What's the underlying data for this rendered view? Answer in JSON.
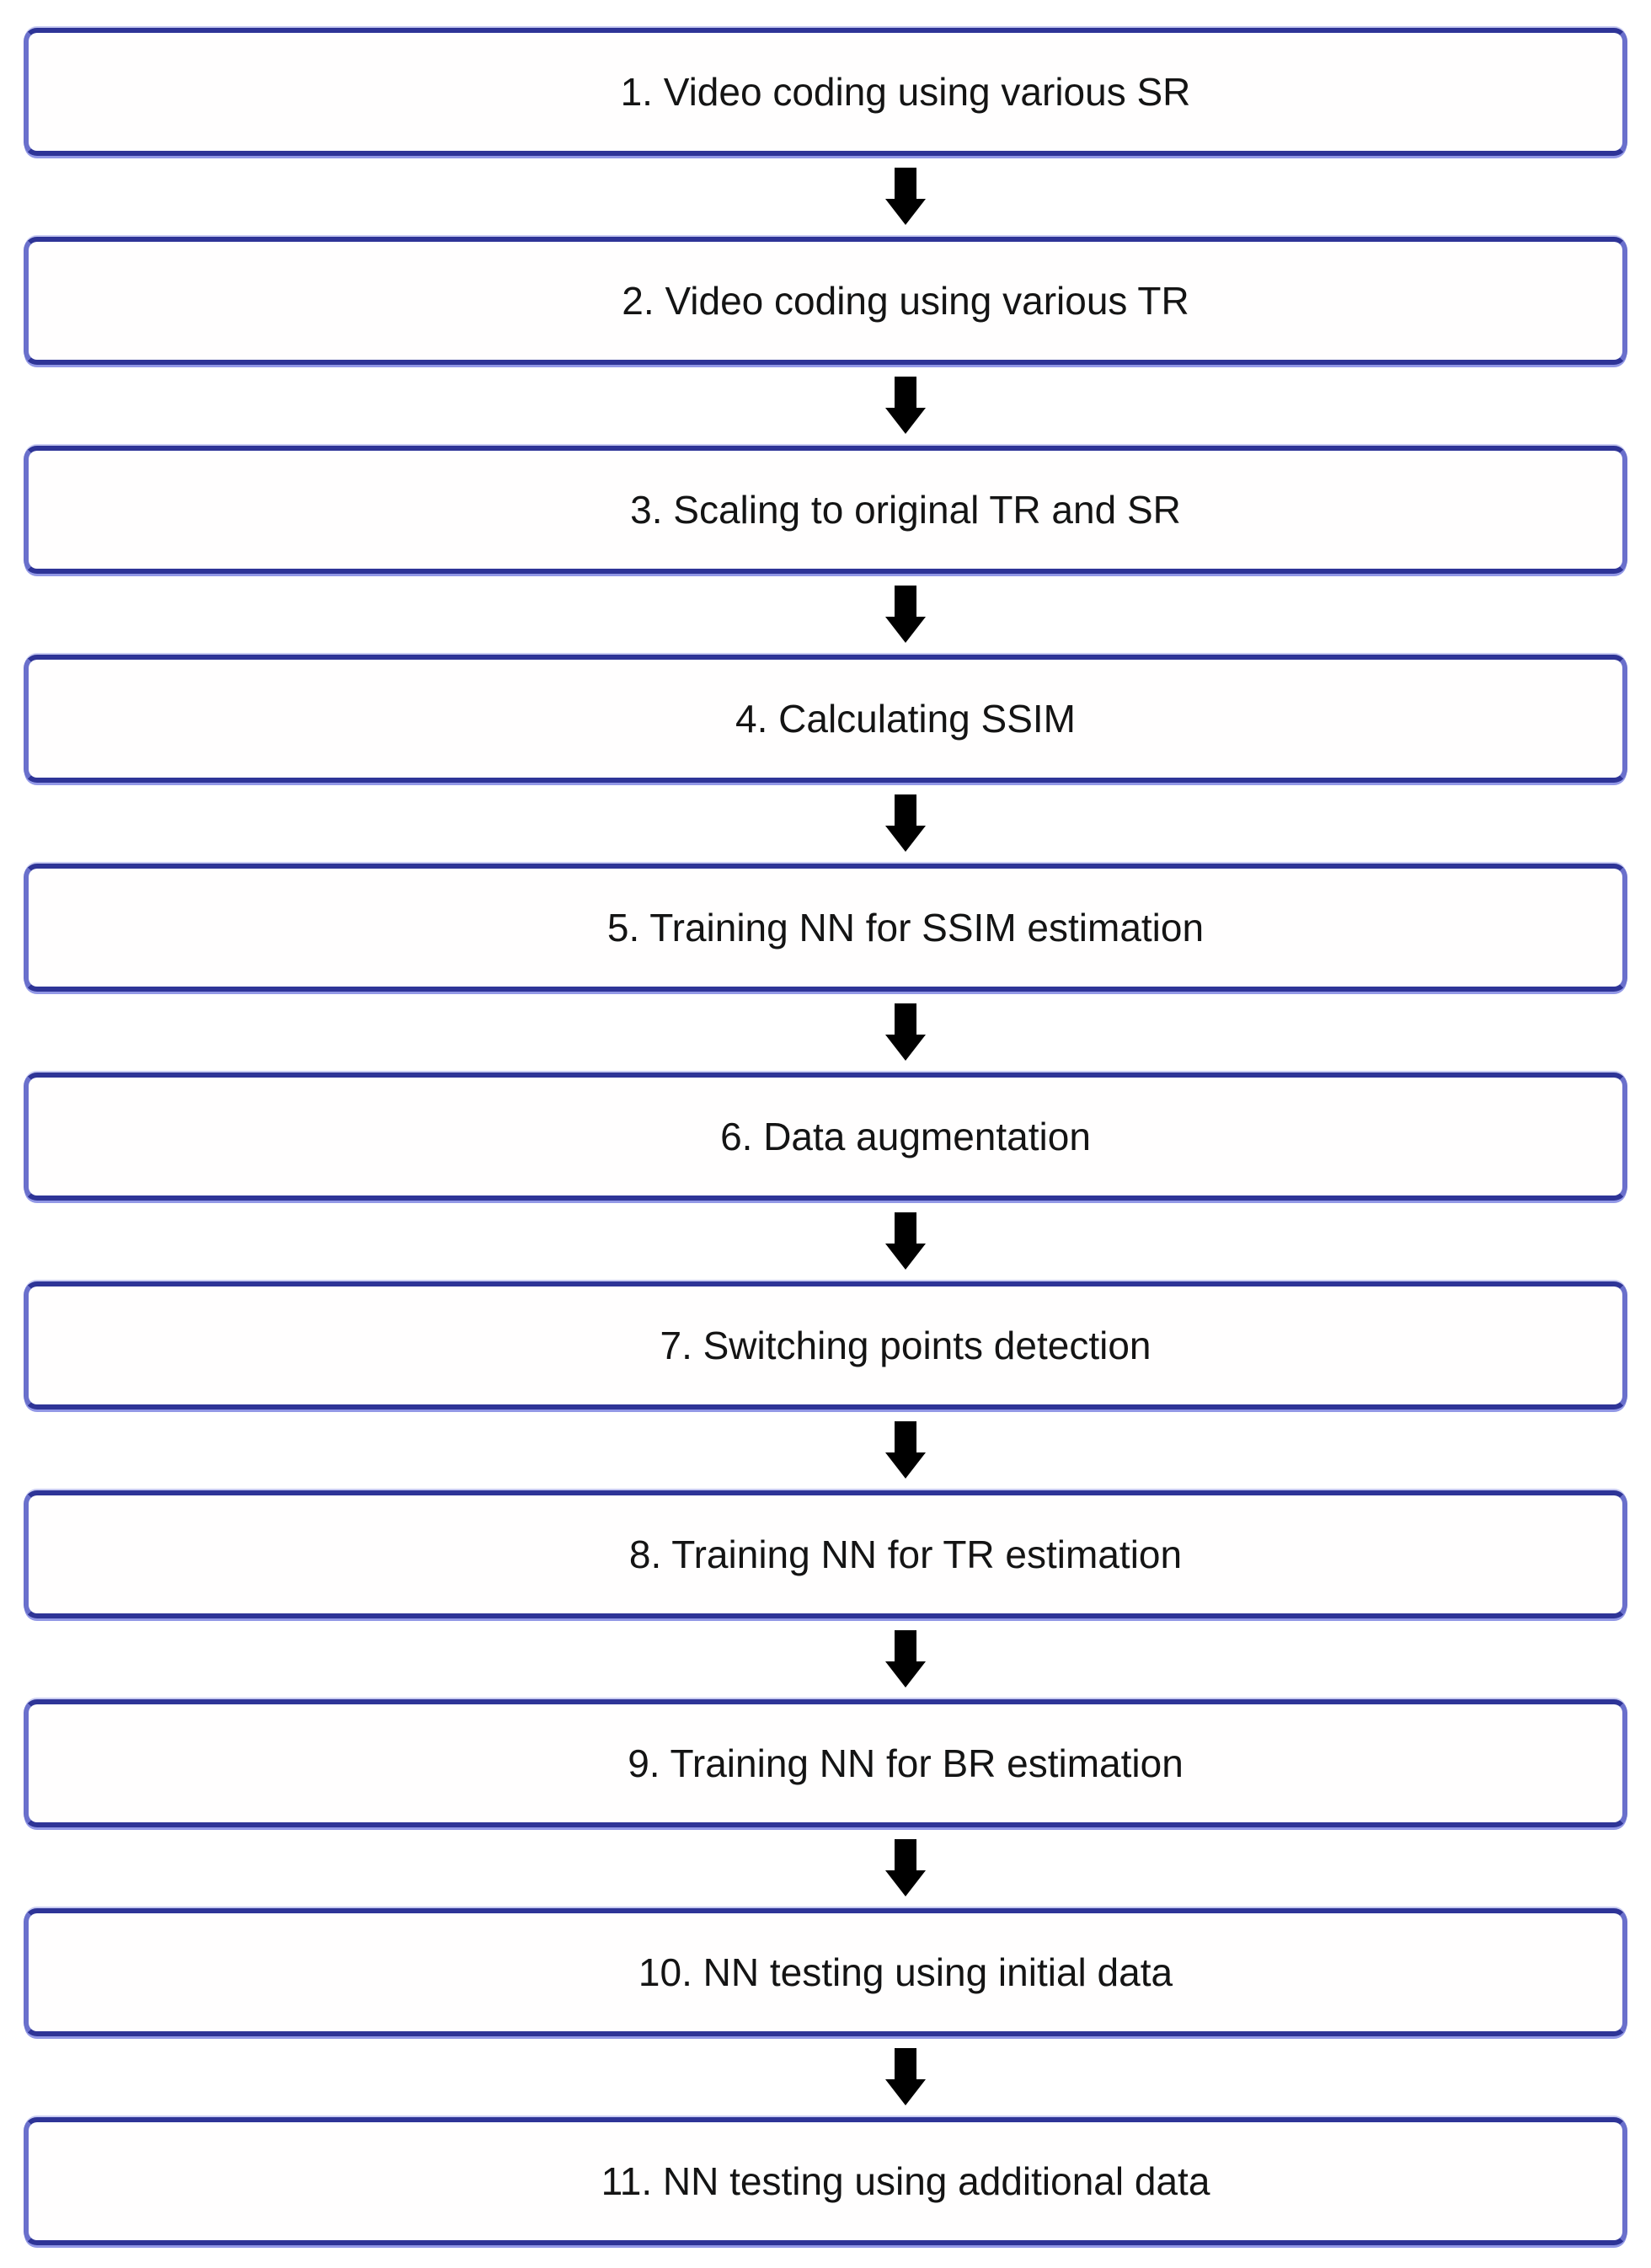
{
  "diagram": {
    "type": "flowchart",
    "direction": "top-to-bottom",
    "connector": "down-arrow",
    "node_count": 11,
    "steps": [
      {
        "label": "1. Video coding using various SR"
      },
      {
        "label": "2. Video coding using various TR"
      },
      {
        "label": "3. Scaling to original TR and SR"
      },
      {
        "label": "4. Calculating SSIM"
      },
      {
        "label": "5. Training NN for SSIM estimation"
      },
      {
        "label": "6. Data augmentation"
      },
      {
        "label": "7. Switching points detection"
      },
      {
        "label": "8. Training NN for TR estimation"
      },
      {
        "label": "9. Training NN for BR estimation"
      },
      {
        "label": "10. NN testing using initial data"
      },
      {
        "label": "11. NN testing using additional data"
      }
    ]
  },
  "colors": {
    "box_border": "#6a70cc",
    "box_border_accent": "#2e3497",
    "box_border_highlight": "#9298e6",
    "box_fill": "#ffffff",
    "arrow": "#000000",
    "text": "#141414",
    "background": "#ffffff"
  }
}
